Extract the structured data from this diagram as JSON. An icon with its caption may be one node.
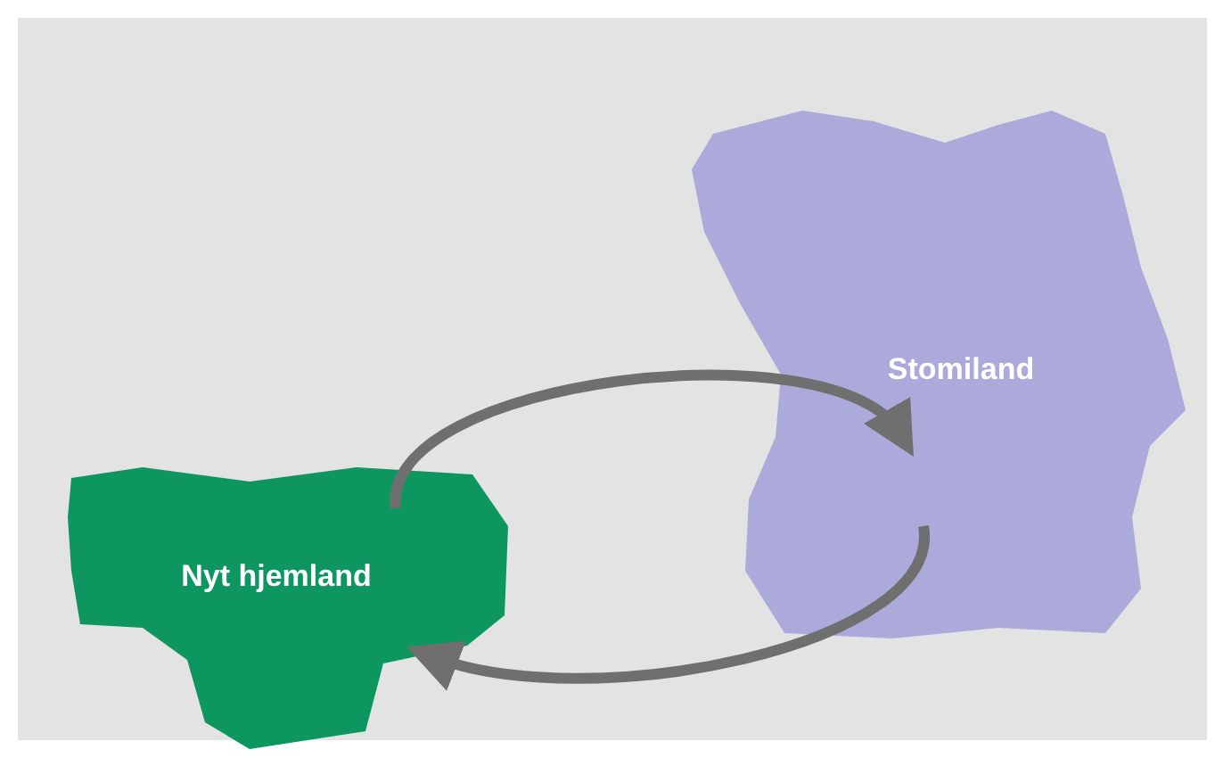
{
  "diagram": {
    "nodes": [
      {
        "text": [
          "Stomiland"
        ]
      },
      {
        "text": [
          "Nyt hjemland"
        ]
      }
    ],
    "edges": [
      {
        "from": 1,
        "to": 0,
        "arrow": "to"
      },
      {
        "from": 0,
        "to": 1,
        "arrow": "to"
      }
    ]
  }
}
